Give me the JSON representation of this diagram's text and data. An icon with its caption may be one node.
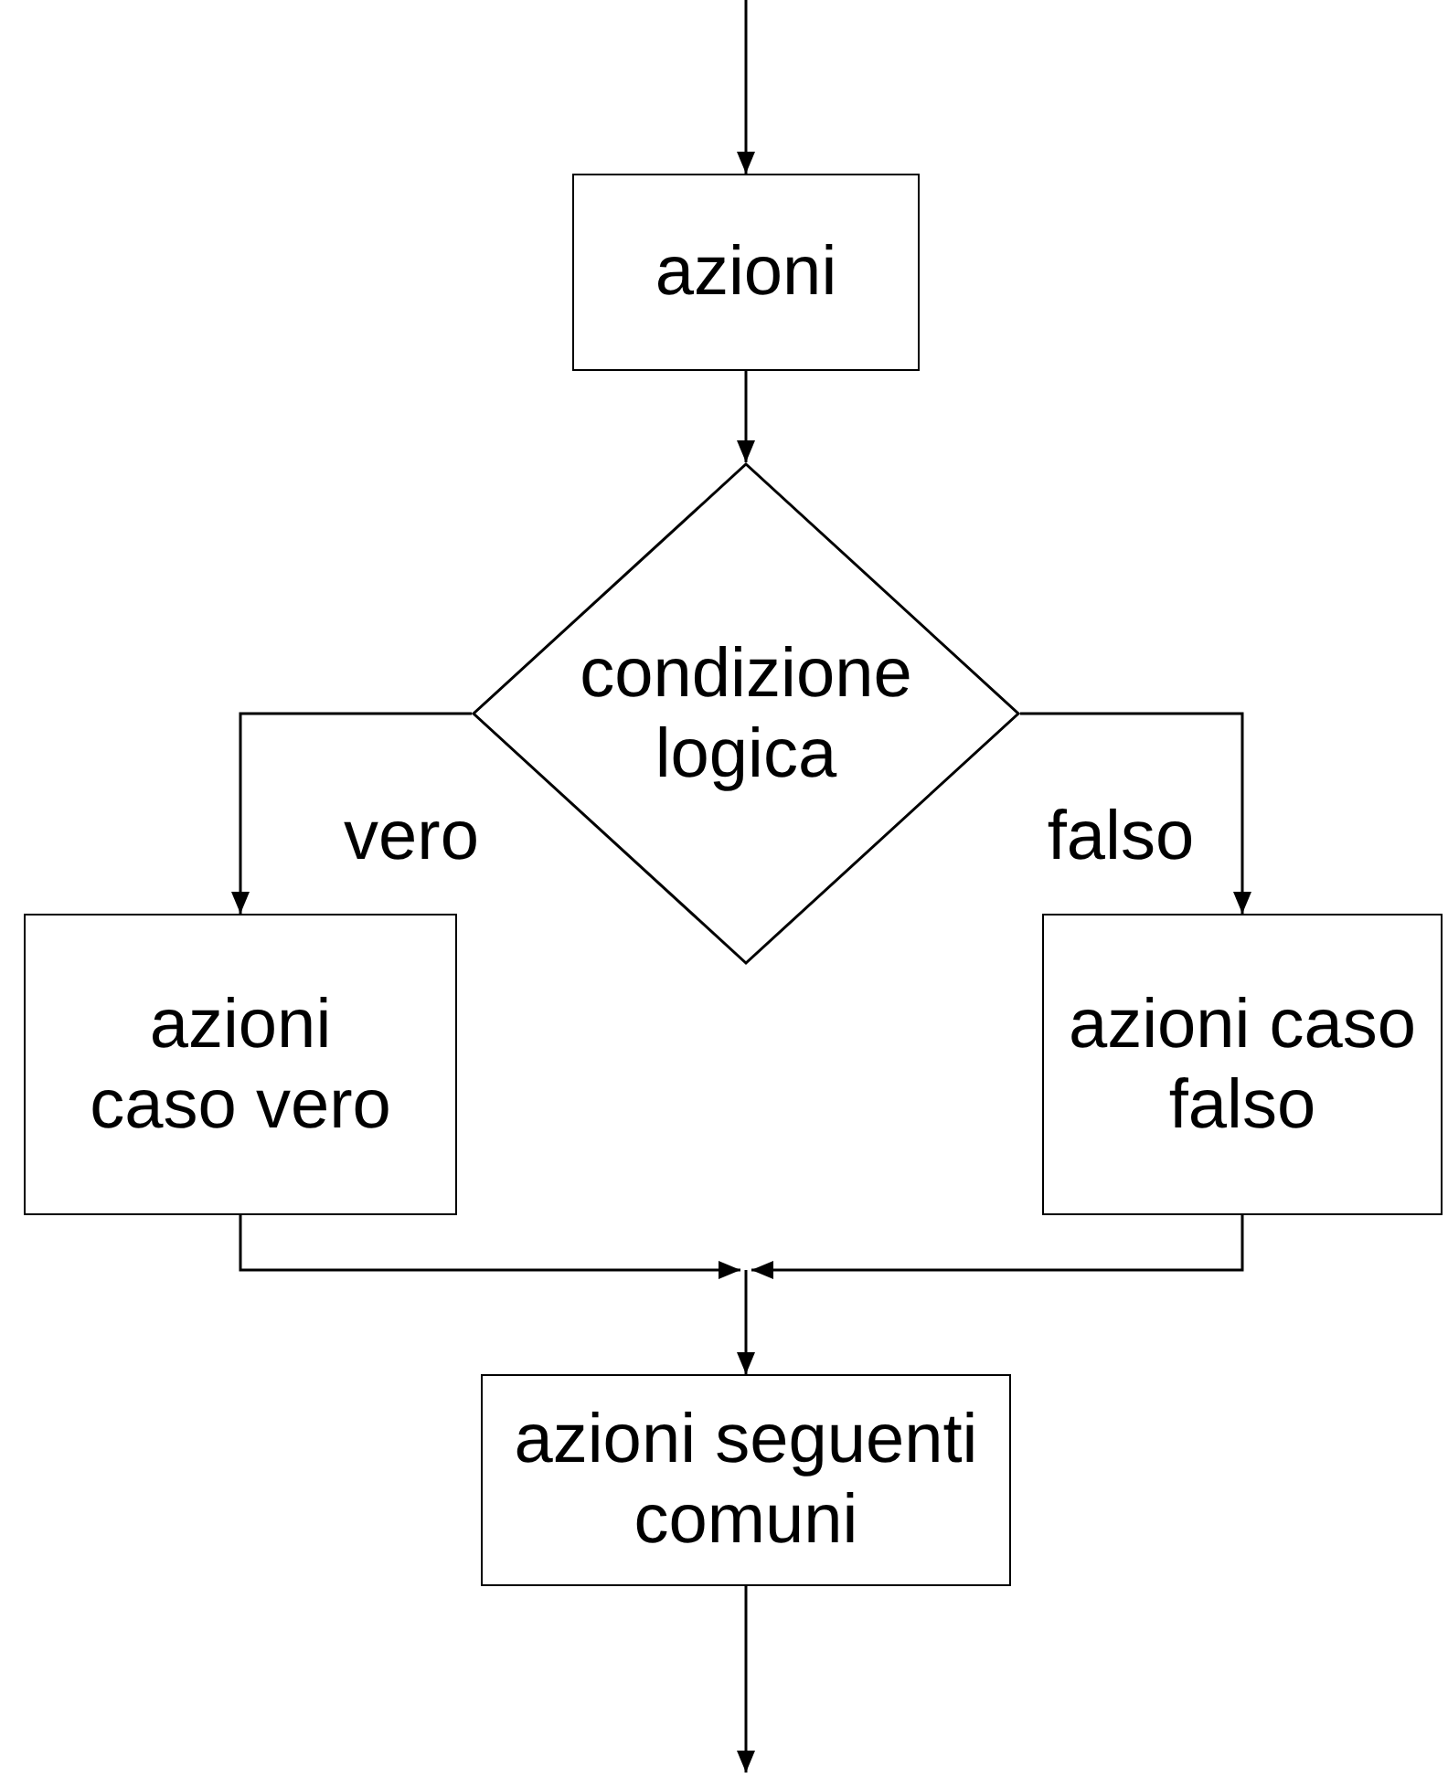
{
  "diagram": {
    "nodes": [
      {
        "text": [
          "azioni"
        ]
      },
      {
        "text": [
          "condizione logica"
        ]
      },
      {
        "text": [
          "azioni caso vero"
        ]
      },
      {
        "text": [
          "azioni caso falso"
        ]
      },
      {
        "text": [
          "azioni seguenti comuni"
        ]
      }
    ],
    "edges": [
      {
        "from": null,
        "to": 0,
        "arrow": "to"
      },
      {
        "from": 0,
        "to": 1,
        "arrow": "to"
      },
      {
        "from": 1,
        "to": 2,
        "arrow": "to",
        "label": "vero"
      },
      {
        "from": 1,
        "to": 3,
        "arrow": "to",
        "label": "falso"
      },
      {
        "from": 2,
        "to": 4,
        "arrow": "to"
      },
      {
        "from": 3,
        "to": 4,
        "arrow": "to"
      },
      {
        "from": 4,
        "to": null,
        "arrow": "to"
      }
    ]
  }
}
